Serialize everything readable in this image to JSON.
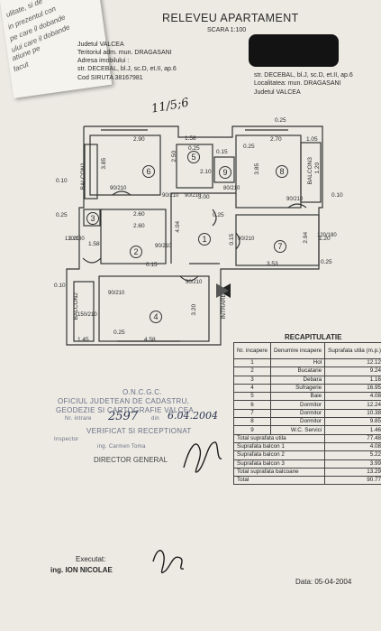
{
  "document": {
    "title": "RELEVEU APARTAMENT",
    "scale": "SCARA 1:100",
    "left_header": [
      "Judetul VALCEA",
      "Teritoriul adm. mun. DRAGASANI",
      "Adresa imobilului :",
      "str. DECEBAL, bl.J, sc.D, et.II, ap.6",
      "Cod SIRUTA 38167981"
    ],
    "right_header": [
      "str. DECEBAL, bl.J, sc.D, et.II, ap.6",
      "Localitatea: mun. DRAGASANI",
      "Judetul VALCEA"
    ],
    "handwritten_ref": "11/5;6",
    "edge_paper_lines": [
      "ulitate, si de",
      "in prezentul con",
      "pe care il dobande",
      "ului care il dobande",
      "atiune pe",
      "facut"
    ],
    "stamp_lines": [
      "O.N.C.G.C.",
      "OFICIUL JUDETEAN DE CADASTRU,",
      "GEODEZIE SI CARTOGRAFIE VALCEA",
      "Nr. intrare",
      "din",
      "VERIFICAT SI RECEPTIONAT",
      "Inspector",
      "ing. Carmen Toma"
    ],
    "stamp_number": "2597",
    "stamp_date": "6.04.2004",
    "director": "DIRECTOR GENERAL",
    "executat_label": "Executat:",
    "executat_name": "ing. ION NICOLAE",
    "date": "Data: 05-04-2004",
    "entrance_label": "INTRARE"
  },
  "plan": {
    "rooms": [
      "1",
      "2",
      "3",
      "4",
      "5",
      "6",
      "7",
      "8",
      "9"
    ],
    "balconies": [
      "BALCON1",
      "BALCON2",
      "BALCON3"
    ],
    "dims": [
      "2.90",
      "1.58",
      "0.25",
      "2.70",
      "1.05",
      "0.25",
      "0.15",
      "0.25",
      "3.85",
      "3.85",
      "2.50",
      "2.10",
      "1.20",
      "0.10",
      "0.10",
      "3.00",
      "2.60",
      "2.60",
      "4.04",
      "2.94",
      "1.58",
      "3.53",
      "0.15",
      "0.25",
      "4.58",
      "3.20",
      "1.45",
      "0.10",
      "0.25",
      "0.25",
      "0.25",
      "0.15",
      "1.20",
      "1.20"
    ],
    "doors": [
      "90/210",
      "90/210",
      "90/210",
      "80/210",
      "90/210",
      "90/210",
      "90/210",
      "90/210",
      "90/210",
      "150/210",
      "120/180",
      "120/180"
    ]
  },
  "recap": {
    "title": "RECAPITULATIE",
    "headers": [
      "Nr. incapere",
      "Denumire incapere",
      "Suprafata utila (m.p.)"
    ],
    "rows": [
      [
        "1",
        "Hol",
        "12.12"
      ],
      [
        "2",
        "Bucatarie",
        "9.24"
      ],
      [
        "3",
        "Debara",
        "1.16"
      ],
      [
        "4",
        "Sufragerie",
        "16.95"
      ],
      [
        "5",
        "Baie",
        "4.08"
      ],
      [
        "6",
        "Dormitor",
        "12.24"
      ],
      [
        "7",
        "Dormitor",
        "10.38"
      ],
      [
        "8",
        "Dormitor",
        "9.85"
      ],
      [
        "9",
        "W.C. Servici",
        "1.46"
      ]
    ],
    "totals": [
      [
        "Total suprafata utila",
        "77.48"
      ],
      [
        "Suprafata balcon 1",
        "4.08"
      ],
      [
        "Suprafata balcon 2",
        "5.22"
      ],
      [
        "Suprafata balcon 3",
        "3.99"
      ],
      [
        "Total suprafata balcoane",
        "13.29"
      ],
      [
        "Total",
        "90.77"
      ]
    ]
  }
}
